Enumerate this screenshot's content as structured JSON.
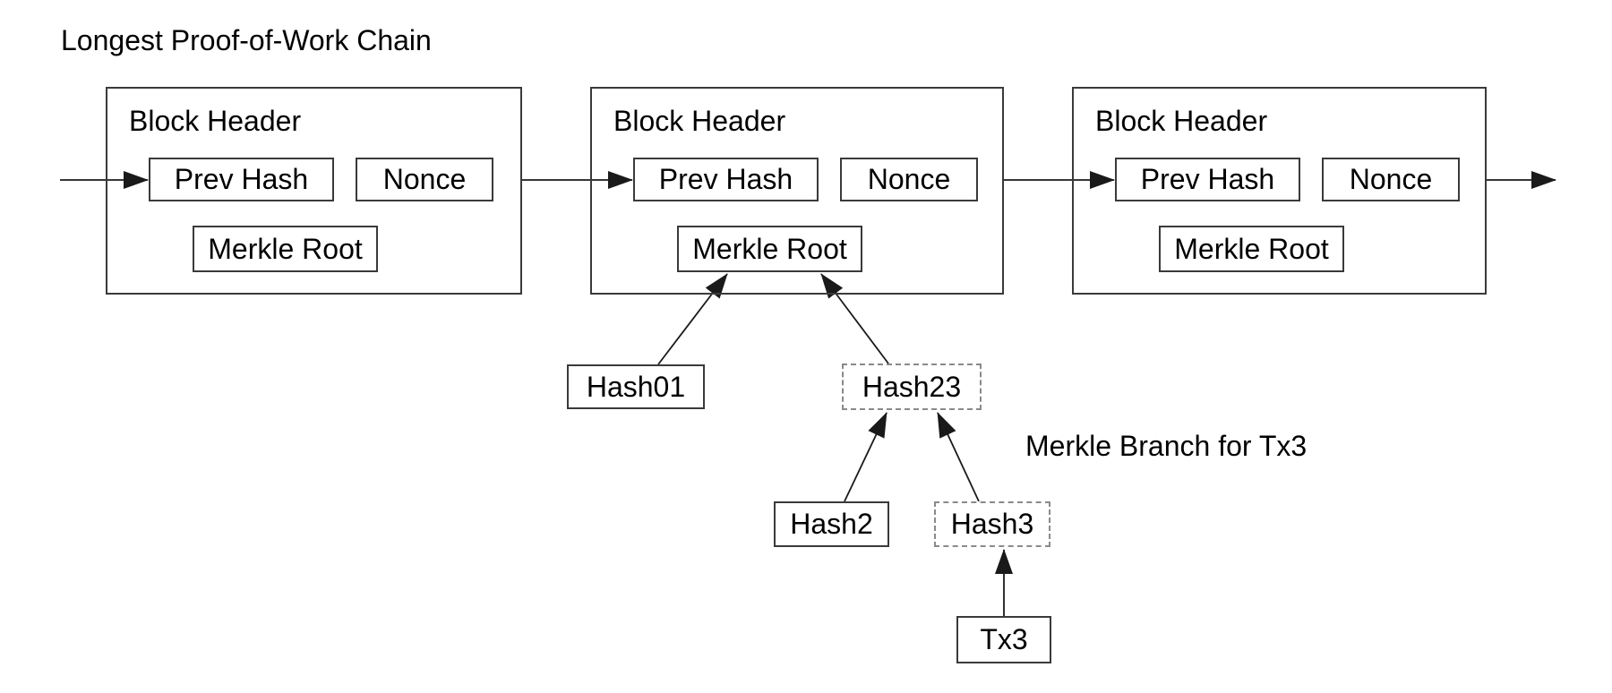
{
  "title": "Longest Proof-of-Work Chain",
  "annotation": "Merkle Branch for Tx3",
  "blocks": [
    {
      "header": "Block Header",
      "prev_hash": "Prev Hash",
      "nonce": "Nonce",
      "merkle_root": "Merkle Root"
    },
    {
      "header": "Block Header",
      "prev_hash": "Prev Hash",
      "nonce": "Nonce",
      "merkle_root": "Merkle Root"
    },
    {
      "header": "Block Header",
      "prev_hash": "Prev Hash",
      "nonce": "Nonce",
      "merkle_root": "Merkle Root"
    }
  ],
  "merkle_tree": {
    "hash01": {
      "label": "Hash01",
      "border": "solid"
    },
    "hash23": {
      "label": "Hash23",
      "border": "dashed"
    },
    "hash2": {
      "label": "Hash2",
      "border": "solid"
    },
    "hash3": {
      "label": "Hash3",
      "border": "dashed"
    },
    "tx3": {
      "label": "Tx3",
      "border": "solid"
    }
  },
  "colors": {
    "background": "#ffffff",
    "text": "#000000",
    "solid_border": "#3a3a3a",
    "dashed_border": "#8a8a8a",
    "line": "#1a1a1a"
  }
}
